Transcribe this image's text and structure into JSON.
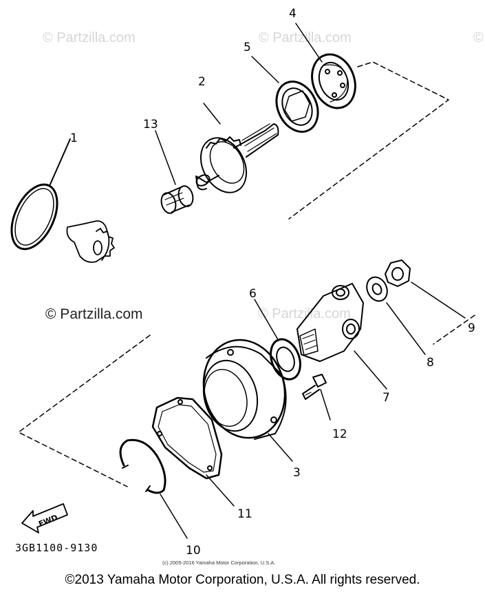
{
  "watermarks": {
    "top_left": "© Partzilla.com",
    "top_center": "© Partzilla.com",
    "top_right": "©",
    "mid_left": "© Partzilla.com",
    "mid_center": "© Partzilla.com"
  },
  "callouts": [
    "1",
    "2",
    "3",
    "4",
    "5",
    "6",
    "7",
    "8",
    "9",
    "10",
    "11",
    "12",
    "13"
  ],
  "fwd_label": "FWD",
  "diagram_code": "3GB1100-9130",
  "small_copyright": "(c) 2005-2016 Yamaha Motor Corporation, U.S.A.",
  "copyright": "©2013 Yamaha Motor Corporation, U.S.A. All rights reserved.",
  "colors": {
    "ink": "#000000",
    "watermark": "#d6d6d6"
  }
}
